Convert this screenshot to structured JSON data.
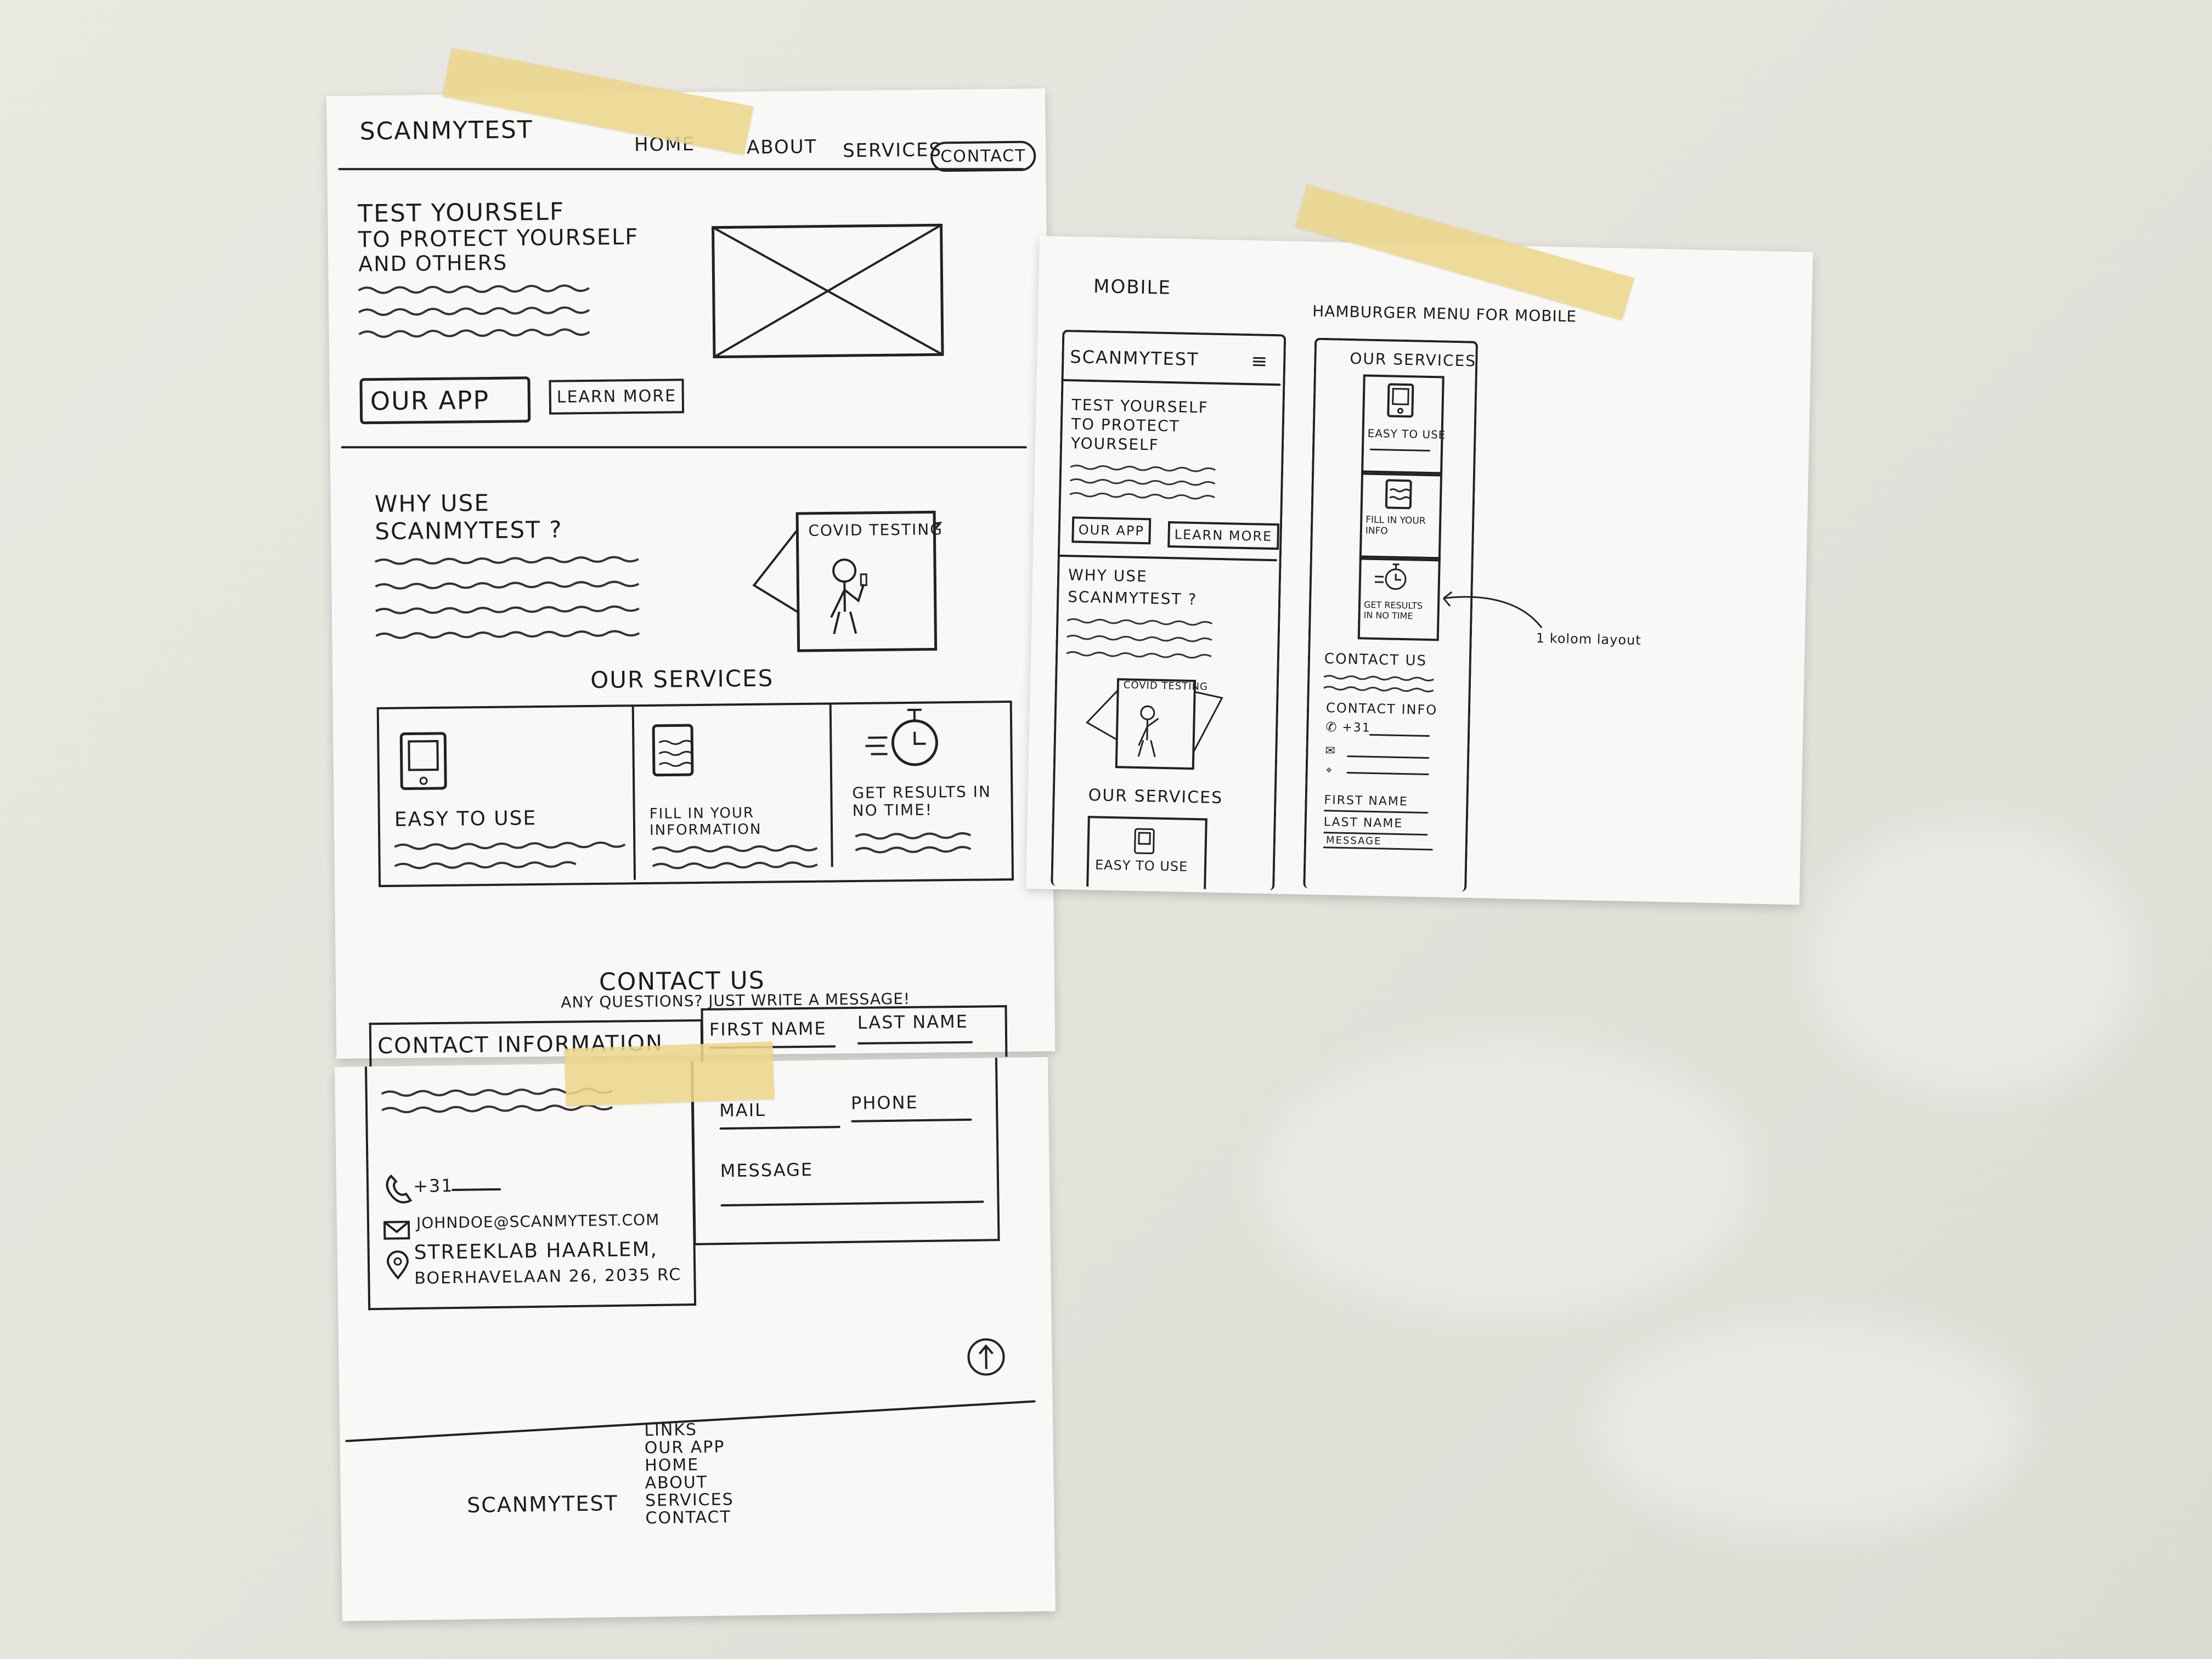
{
  "desktop": {
    "logo": "SCANMYTEST",
    "nav": [
      "HOME",
      "ABOUT",
      "SERVICES",
      "CONTACT"
    ],
    "hero": {
      "title_lines": [
        "TEST YOURSELF",
        "TO PROTECT YOURSELF",
        "AND OTHERS"
      ],
      "btn_primary": "OUR APP",
      "btn_secondary": "LEARN MORE"
    },
    "why": {
      "title_lines": [
        "WHY USE",
        "SCANMYTEST ?"
      ],
      "card": "COVID TESTING"
    },
    "services": {
      "title": "OUR SERVICES",
      "items": [
        "EASY TO USE",
        "FILL IN YOUR INFORMATION",
        "GET RESULTS IN NO TIME!"
      ]
    },
    "contact": {
      "title": "CONTACT US",
      "subtitle": "ANY QUESTIONS? JUST WRITE A MESSAGE!",
      "info_title": "CONTACT INFORMATION",
      "phone": "+31",
      "email": "JOHNDOE@SCANMYTEST.COM",
      "address_1": "STREEKLAB HAARLEM,",
      "address_2": "BOERHAVELAAN 26, 2035 RC",
      "fields": [
        "FIRST NAME",
        "LAST NAME",
        "MAIL",
        "PHONE",
        "MESSAGE"
      ]
    },
    "footer": {
      "logo": "SCANMYTEST",
      "links": [
        "LINKS",
        "OUR APP",
        "HOME",
        "ABOUT",
        "SERVICES",
        "CONTACT"
      ]
    }
  },
  "mobile": {
    "label": "MOBILE",
    "note_hamburger": "HAMBURGER MENU FOR MOBILE",
    "note_layout": "1 kolom layout",
    "logo": "SCANMYTEST",
    "hero_lines": [
      "TEST YOURSELF",
      "TO PROTECT",
      "YOURSELF"
    ],
    "btn_primary": "OUR APP",
    "btn_secondary": "LEARN MORE",
    "why_lines": [
      "WHY USE",
      "SCANMYTEST ?"
    ],
    "card": "COVID TESTING",
    "services_title": "OUR SERVICES",
    "service_1": "EASY TO USE",
    "col2": {
      "services_title": "OUR SERVICES",
      "service_1": "EASY TO USE",
      "service_2": "FILL IN YOUR INFO",
      "service_3": "GET RESULTS IN NO TIME",
      "contact_title": "CONTACT US",
      "contact_info": "CONTACT INFO",
      "phone": "+31",
      "fields": [
        "FIRST NAME",
        "LAST NAME",
        "MESSAGE"
      ]
    }
  },
  "colors": {
    "tape": "#ecd68c",
    "paper": "#f8f8f6",
    "wall": "#e6e5de",
    "ink": "#1e1e1e"
  }
}
